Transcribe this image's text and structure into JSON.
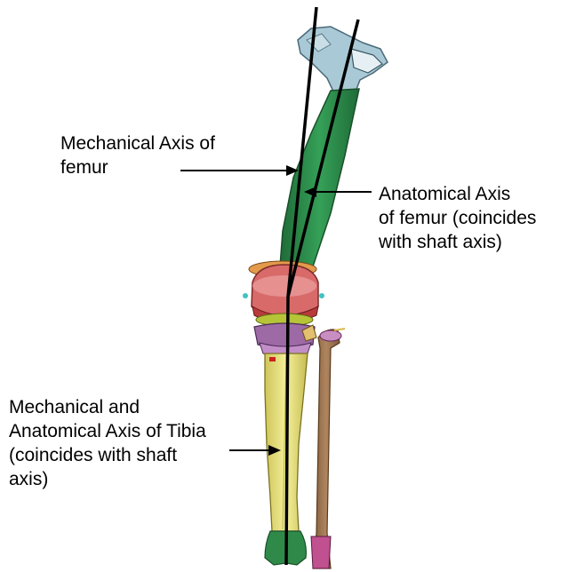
{
  "labels": {
    "mechanical_femur": [
      "Mechanical Axis of",
      "femur"
    ],
    "anatomical_femur": [
      "Anatomical Axis",
      "of femur (coincides",
      "with shaft axis)"
    ],
    "tibia": [
      "Mechanical and",
      "Anatomical Axis of Tibia",
      "(coincides with shaft",
      "axis)"
    ]
  },
  "colors": {
    "femur_head": "#a9c9d6",
    "femur_shaft": "#2f8a4a",
    "tibia_shaft": "#e8e27a",
    "fibula": "#a07a54",
    "condyle": "#d96a6a",
    "background": "#ffffff"
  }
}
